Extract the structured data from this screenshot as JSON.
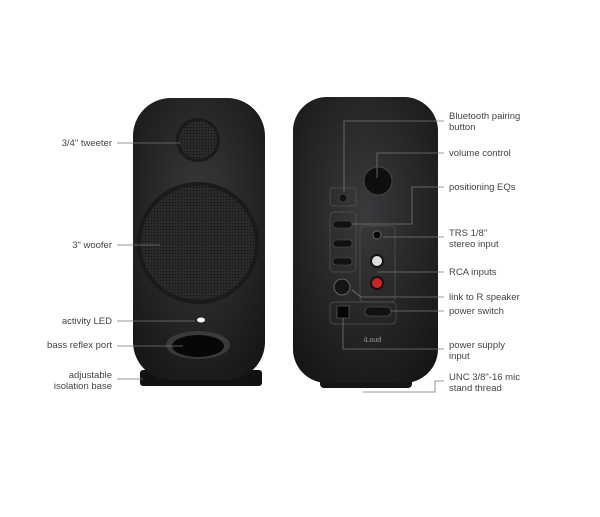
{
  "front_labels": {
    "tweeter": "3/4\" tweeter",
    "woofer": "3\" woofer",
    "led": "activity LED",
    "port": "bass reflex port",
    "base": "adjustable isolation base"
  },
  "back_labels": {
    "bluetooth": "Bluetooth pairing button",
    "volume": "volume control",
    "eq": "positioning EQs",
    "trs": "TRS 1/8\" stereo input",
    "rca": "RCA inputs",
    "link": "link to R speaker",
    "power_switch": "power switch",
    "power_supply": "power supply input",
    "thread": "UNC 3/8\"-16 mic stand thread"
  },
  "panel": {
    "brand": "iLoud"
  },
  "colors": {
    "speaker": "#2a2a2c",
    "line": "#777777",
    "text": "#444444"
  }
}
